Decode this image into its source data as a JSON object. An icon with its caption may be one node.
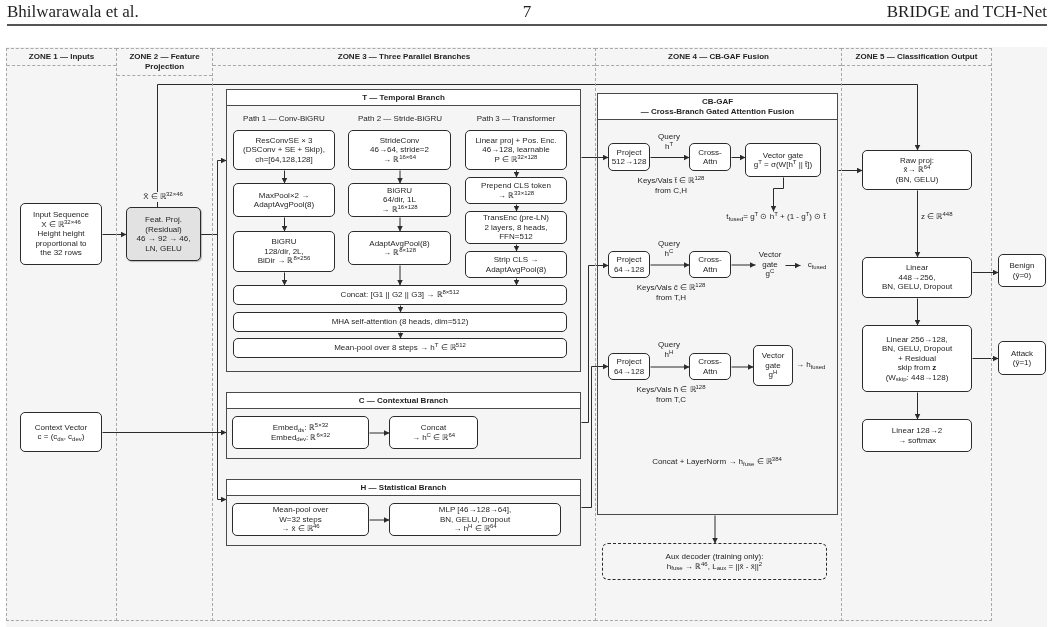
{
  "diagram": {
    "nodes": [
      {
        "text": [
          "ZONE 1 — Inputs"
        ]
      },
      {
        "text": [
          "Input Sequence",
          "X ∈ ℝ$^{32×46}$",
          "Height height proportional to the 32 rows"
        ],
        "in": 0
      },
      {
        "text": [
          "Context Vector",
          "c = (c$_{ds}$, c$_{dev}$)"
        ],
        "in": 0
      },
      {
        "text": [
          "ZONE 2 — Feature Projection"
        ]
      },
      {
        "text": [
          "Feat. Proj.",
          "(Residual)",
          "46 → 92 → 46, LN, GELU"
        ],
        "in": 3
      },
      {
        "text": [
          "ZONE 3 — Three Parallel Branches"
        ]
      },
      {
        "text": [
          "T — Temporal Branch"
        ],
        "in": 5
      },
      {
        "text": [
          "ResConvSE × 3",
          "(DSConv + SE + Skip),",
          "ch=[64,128,128]"
        ],
        "in": 6
      },
      {
        "text": [
          "MaxPool×2 → AdaptAvgPool(8)"
        ],
        "in": 6
      },
      {
        "text": [
          "BiGRU",
          "128/dir, 2L,",
          "BiDir → ℝ$^{8×256}$"
        ],
        "in": 6
      },
      {
        "text": [
          "StrideConv",
          "46→64, stride=2",
          "→ ℝ$^{16×64}$"
        ],
        "in": 6
      },
      {
        "text": [
          "BiGRU",
          "64/dir, 1L",
          "→ ℝ$^{16×128}$"
        ],
        "in": 6
      },
      {
        "text": [
          "AdaptAvgPool(8)",
          "→ ℝ$^{8×128}$"
        ],
        "in": 6
      },
      {
        "text": [
          "Linear proj + Pos. Enc.",
          "46→128, learnable",
          "P ∈ ℝ$^{32×128}$"
        ],
        "in": 6
      },
      {
        "text": [
          "Prepend CLS token",
          "→ ℝ$^{33×128}$"
        ],
        "in": 6
      },
      {
        "text": [
          "TransEnc (pre-LN)",
          "2 layers, 8 heads,",
          "FFN=512"
        ],
        "in": 6
      },
      {
        "text": [
          "Strip CLS → AdaptAvgPool(8)"
        ],
        "in": 6
      },
      {
        "text": [
          "Concat: [G1 || G2 || G3] → ℝ$^{8×512}$"
        ],
        "in": 6
      },
      {
        "text": [
          "MHA self-attention (8 heads, dim=512)"
        ],
        "in": 6
      },
      {
        "text": [
          "Mean-pool over 8 steps → h$^{T}$ ∈ ℝ$^{512}$"
        ],
        "in": 6
      },
      {
        "text": [
          "C — Contextual Branch"
        ],
        "in": 5
      },
      {
        "text": [
          "Embed$_{ds}$: ℝ$^{5×32}$",
          "Embed$_{dev}$: ℝ$^{6×32}$"
        ],
        "in": 20
      },
      {
        "text": [
          "Concat",
          "→ h$^{C}$ ∈ ℝ$^{64}$"
        ],
        "in": 20
      },
      {
        "text": [
          "H — Statistical Branch"
        ],
        "in": 5
      },
      {
        "text": [
          "Mean-pool over",
          "W=32 steps",
          "→ x̄ ∈ ℝ$^{46}$"
        ],
        "in": 23
      },
      {
        "text": [
          "MLP [46→128→64],",
          "BN, GELU, Dropout",
          "→ h$^{H}$ ∈ ℝ$^{64}$"
        ],
        "in": 23
      },
      {
        "text": [
          "ZONE 4 — CB-GAF Fusion"
        ]
      },
      {
        "text": [
          "CB-GAF",
          "— Cross-Branch Gated Attention Fusion"
        ],
        "in": 26
      },
      {
        "text": [
          "Project",
          "512→128"
        ],
        "in": 27
      },
      {
        "text": [
          "Cross-Attn"
        ],
        "in": 27
      },
      {
        "text": [
          "Vector gate",
          "g$^{T}$ = σ(W[h$^{T}$ || t̃])"
        ],
        "in": 27
      },
      {
        "text": [
          "t$_{fused}$= g$^{T}$ ⊙ h$^{T}$ + (1 - g$^{T}$) ⊙ t̃"
        ],
        "in": 27
      },
      {
        "text": [
          "Project",
          "64→128"
        ],
        "in": 27
      },
      {
        "text": [
          "Cross-Attn"
        ],
        "in": 27
      },
      {
        "text": [
          "Vector gate",
          "g$^{C}$"
        ],
        "in": 27
      },
      {
        "text": [
          "c$_{fused}$"
        ],
        "in": 27
      },
      {
        "text": [
          "Project",
          "64→128"
        ],
        "in": 27
      },
      {
        "text": [
          "Cross-Attn"
        ],
        "in": 27
      },
      {
        "text": [
          "Vector gate",
          "g$^{H}$"
        ],
        "in": 27,
        "beside": [
          "→ h$_{fused}$"
        ]
      },
      {
        "text": [
          "Aux decoder (training only):",
          "h$_{fuse}$ → ℝ$^{46}$, L$_{aux}$ = ||x̂ - x̄||$^{2}$"
        ],
        "in": 26
      },
      {
        "text": [
          "ZONE 5 — Classification Output"
        ]
      },
      {
        "text": [
          "Raw proj:",
          "x̃→ ℝ$^{64}$",
          "(BN, GELU)"
        ],
        "in": 40
      },
      {
        "text": [
          "Linear",
          "448→256,",
          "BN, GELU, Dropout"
        ],
        "in": 40
      },
      {
        "text": [
          "Linear 256→128,",
          "BN, GELU, Dropout",
          "+ Residual",
          "skip from **z**",
          "(W$_{skip}$: 448→128)"
        ],
        "in": 40
      },
      {
        "text": [
          "Linear 128→2",
          "→ softmax"
        ],
        "in": 40
      },
      {
        "text": [
          "Benign",
          "(ŷ=0)"
        ]
      },
      {
        "text": [
          "Attack",
          "(ŷ=1)"
        ]
      }
    ],
    "edges": [
      {
        "from": 1,
        "to": 4,
        "arrow": "to"
      },
      {
        "from": 4,
        "to": 41,
        "arrow": "to",
        "label": "X̃ ∈ ℝ$^{32×46}$"
      },
      {
        "from": 4,
        "to": 6,
        "arrow": "to"
      },
      {
        "from": 4,
        "to": 23,
        "arrow": "to"
      },
      {
        "from": 2,
        "to": 20,
        "arrow": "to"
      },
      {
        "from": 7,
        "to": 8,
        "arrow": "to"
      },
      {
        "from": 8,
        "to": 9,
        "arrow": "to"
      },
      {
        "from": 9,
        "to": 17,
        "arrow": "to"
      },
      {
        "from": 10,
        "to": 11,
        "arrow": "to"
      },
      {
        "from": 11,
        "to": 12,
        "arrow": "to"
      },
      {
        "from": 12,
        "to": 17,
        "arrow": "to"
      },
      {
        "from": 13,
        "to": 14,
        "arrow": "to"
      },
      {
        "from": 14,
        "to": 15,
        "arrow": "to"
      },
      {
        "from": 15,
        "to": 16,
        "arrow": "to"
      },
      {
        "from": 16,
        "to": 17,
        "arrow": "to"
      },
      {
        "from": 17,
        "to": 18,
        "arrow": "to"
      },
      {
        "from": 18,
        "to": 19,
        "arrow": "to"
      },
      {
        "from": 21,
        "to": 22,
        "arrow": "to"
      },
      {
        "from": 24,
        "to": 25,
        "arrow": "to"
      },
      {
        "from": 6,
        "to": 28,
        "arrow": "to"
      },
      {
        "from": 20,
        "to": 32,
        "arrow": "to"
      },
      {
        "from": 23,
        "to": 36,
        "arrow": "to"
      },
      {
        "from": 28,
        "to": 29,
        "arrow": "to",
        "label": "Query h$^{T}$"
      },
      {
        "from": 29,
        "to": 30,
        "arrow": "to"
      },
      {
        "from": 30,
        "to": 31,
        "arrow": "to"
      },
      {
        "from": 32,
        "to": 33,
        "arrow": "to",
        "label": "Query h$^{C}$"
      },
      {
        "from": 33,
        "to": 34,
        "arrow": "to"
      },
      {
        "from": 34,
        "to": 35,
        "arrow": "to"
      },
      {
        "from": 36,
        "to": 37,
        "arrow": "to",
        "label": "Query h$^{H}$"
      },
      {
        "from": 37,
        "to": 38,
        "arrow": "to"
      },
      {
        "from": 27,
        "to": 39,
        "arrow": "to"
      },
      {
        "from": 27,
        "to": 41,
        "arrow": "to"
      },
      {
        "from": 41,
        "to": 42,
        "arrow": "to",
        "label": "z ∈ ℝ$^{448}$"
      },
      {
        "from": 42,
        "to": 45,
        "arrow": "to"
      },
      {
        "from": 42,
        "to": 43,
        "arrow": "to"
      },
      {
        "from": 43,
        "to": 46,
        "arrow": "to"
      },
      {
        "from": 43,
        "to": 44,
        "arrow": "to"
      }
    ],
    "labels": [
      "Bhilwarawala et al.",
      "7",
      "BRIDGE and TCH-Net",
      "Path 1 — Conv-BiGRU",
      "Path 2 — Stride-BiGRU",
      "Path 3 — Transformer",
      "Keys/Vals t̃ ∈ ℝ$^{128}$ from C,H",
      "Keys/Vals c̃ ∈ ℝ$^{128}$ from T,H",
      "Keys/Vals h̃ ∈ ℝ$^{128}$ from T,C",
      "Concat + LayerNorm → h$_{fuse}$ ∈ ℝ$^{384}$"
    ]
  }
}
